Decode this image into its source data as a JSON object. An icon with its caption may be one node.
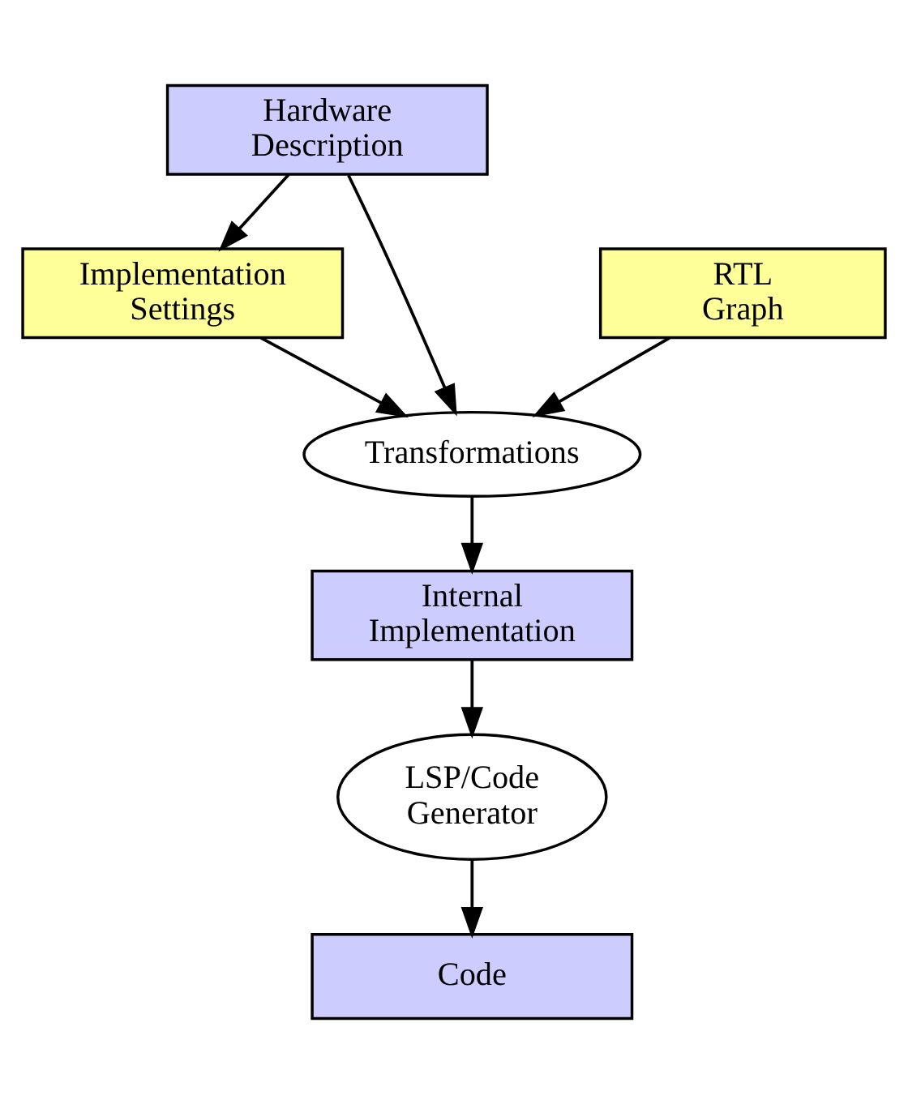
{
  "diagram": {
    "nodes": [
      {
        "text": [
          "Hardware Description"
        ]
      },
      {
        "text": [
          "RTL Graph"
        ]
      },
      {
        "text": [
          "Implementation Settings"
        ]
      },
      {
        "text": [
          "Transformations"
        ]
      },
      {
        "text": [
          "Internal Implementation"
        ]
      },
      {
        "text": [
          "LSP/Code Generator"
        ]
      },
      {
        "text": [
          "Code"
        ]
      }
    ],
    "edges": [
      {
        "from": 0,
        "to": 2,
        "arrow": "to"
      },
      {
        "from": 1,
        "to": 3,
        "arrow": "to"
      },
      {
        "from": 0,
        "to": 3,
        "arrow": "to"
      },
      {
        "from": 2,
        "to": 3,
        "arrow": "to"
      },
      {
        "from": 3,
        "to": 4,
        "arrow": "to"
      },
      {
        "from": 4,
        "to": 5,
        "arrow": "to"
      },
      {
        "from": 5,
        "to": 6,
        "arrow": "to"
      }
    ]
  }
}
